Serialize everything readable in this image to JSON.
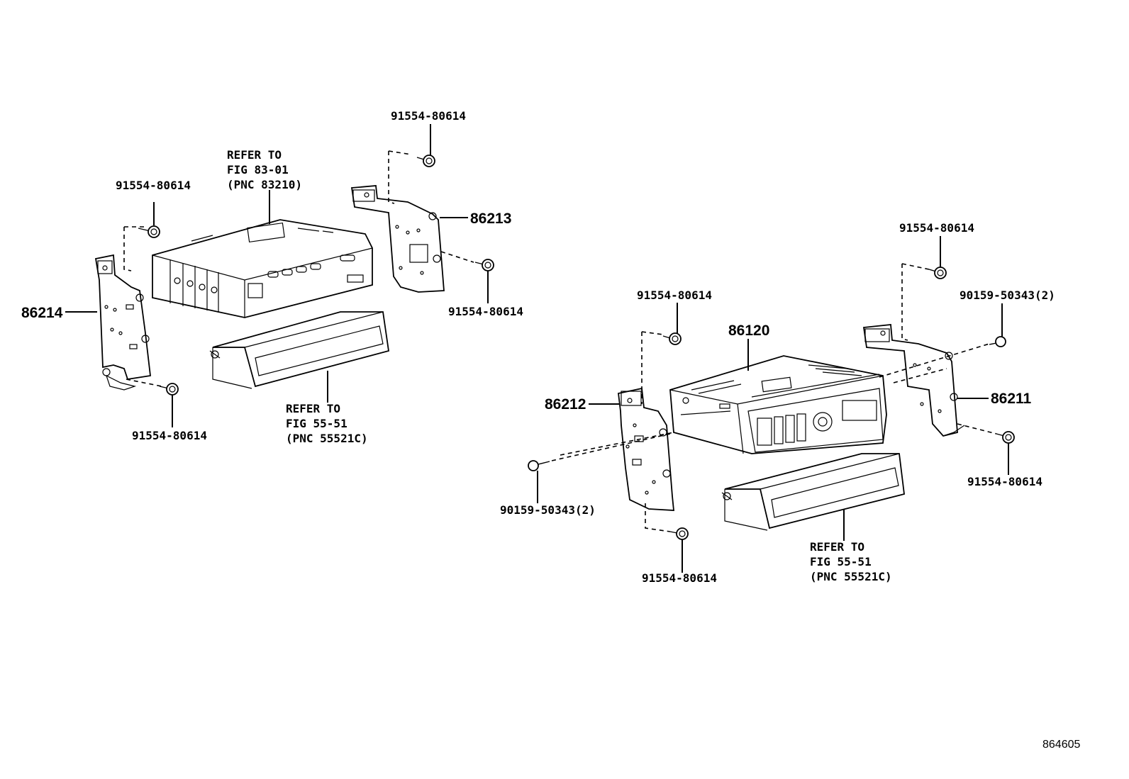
{
  "diagram_id": "864605",
  "left_assembly": {
    "bolt_top_right_label": "91554-80614",
    "unit_refer_line1": "REFER TO",
    "unit_refer_line2": "FIG 83-01",
    "unit_refer_line3": "(PNC 83210)",
    "bolt_top_left_label": "91554-80614",
    "bracket_right_label": "86213",
    "bolt_right_label": "91554-80614",
    "bracket_left_label": "86214",
    "bolt_bottom_label": "91554-80614",
    "pocket_refer_line1": "REFER TO",
    "pocket_refer_line2": "FIG 55-51",
    "pocket_refer_line3": "(PNC 55521C)"
  },
  "right_assembly": {
    "bolt_top_right_label": "91554-80614",
    "bolt_upper_left_label": "91554-80614",
    "screw_right_label": "90159-50343(2)",
    "radio_label": "86120",
    "bracket_left_label": "86212",
    "bracket_right_label": "86211",
    "bolt_lower_right_label": "91554-80614",
    "screw_left_label": "90159-50343(2)",
    "bolt_bottom_label": "91554-80614",
    "pocket_refer_line1": "REFER TO",
    "pocket_refer_line2": "FIG 55-51",
    "pocket_refer_line3": "(PNC 55521C)"
  }
}
